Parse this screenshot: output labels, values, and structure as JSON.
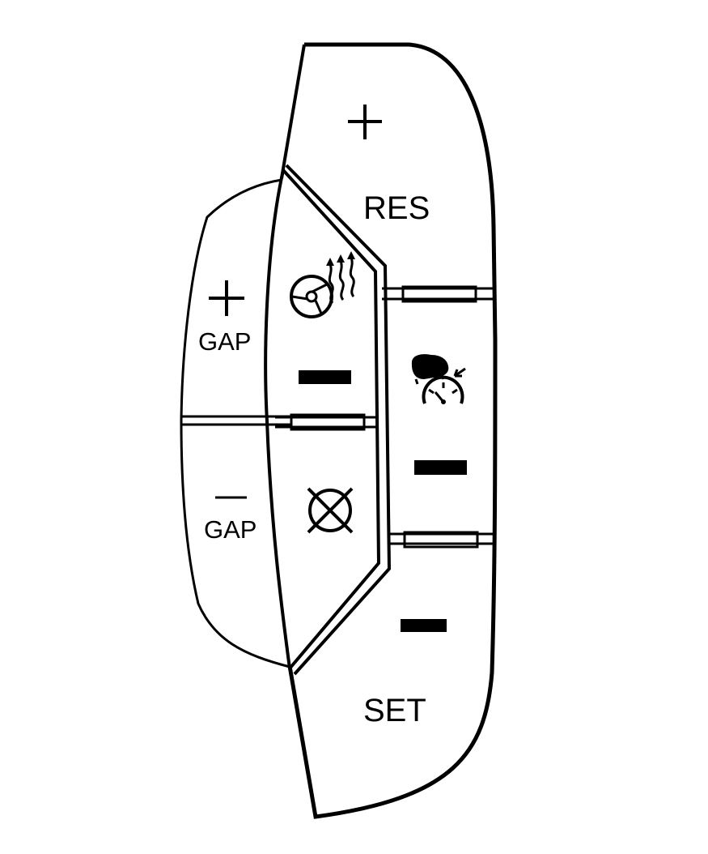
{
  "buttons": {
    "res_plus": {
      "label": "RES",
      "sign": "+"
    },
    "set_minus": {
      "label": "SET"
    },
    "gap_plus": {
      "label": "GAP",
      "sign": "+"
    },
    "gap_minus": {
      "label": "GAP",
      "sign": "—"
    },
    "heated_wheel": {
      "icon": "heated-steering-wheel-icon"
    },
    "cruise_cancel": {
      "icon": "cancel-x-circle-icon"
    },
    "adaptive_cruise": {
      "icon": "adaptive-cruise-speedometer-icon"
    }
  },
  "colors": {
    "ink": "#000000",
    "background": "#ffffff"
  }
}
